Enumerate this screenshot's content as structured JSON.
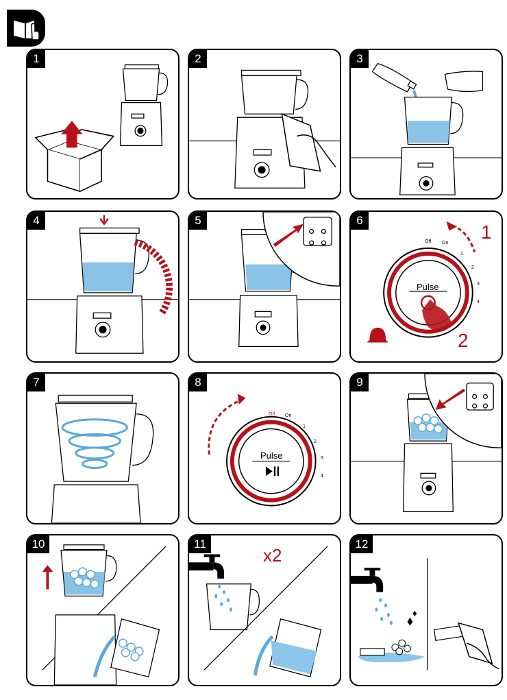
{
  "steps": [
    {
      "number": "1"
    },
    {
      "number": "2"
    },
    {
      "number": "3"
    },
    {
      "number": "4"
    },
    {
      "number": "5"
    },
    {
      "number": "6"
    },
    {
      "number": "7"
    },
    {
      "number": "8"
    },
    {
      "number": "9"
    },
    {
      "number": "10"
    },
    {
      "number": "11"
    },
    {
      "number": "12"
    }
  ],
  "dial": {
    "pulse_label": "Pulse",
    "off_label": "Off",
    "on_label": "On",
    "speeds": [
      "1",
      "2",
      "3",
      "4"
    ]
  },
  "step6": {
    "arrow_number": "1",
    "press_number": "2"
  },
  "step11": {
    "repeat_label": "x2"
  },
  "colors": {
    "accent_red": "#b5121b",
    "water_blue": "#5aa9dc",
    "ink": "#000000"
  },
  "icons": [
    "manual-reading-icon",
    "box-icon",
    "blender-icon",
    "outlet-icon",
    "tap-icon",
    "cloth-icon",
    "bell-icon",
    "hand-icon"
  ]
}
